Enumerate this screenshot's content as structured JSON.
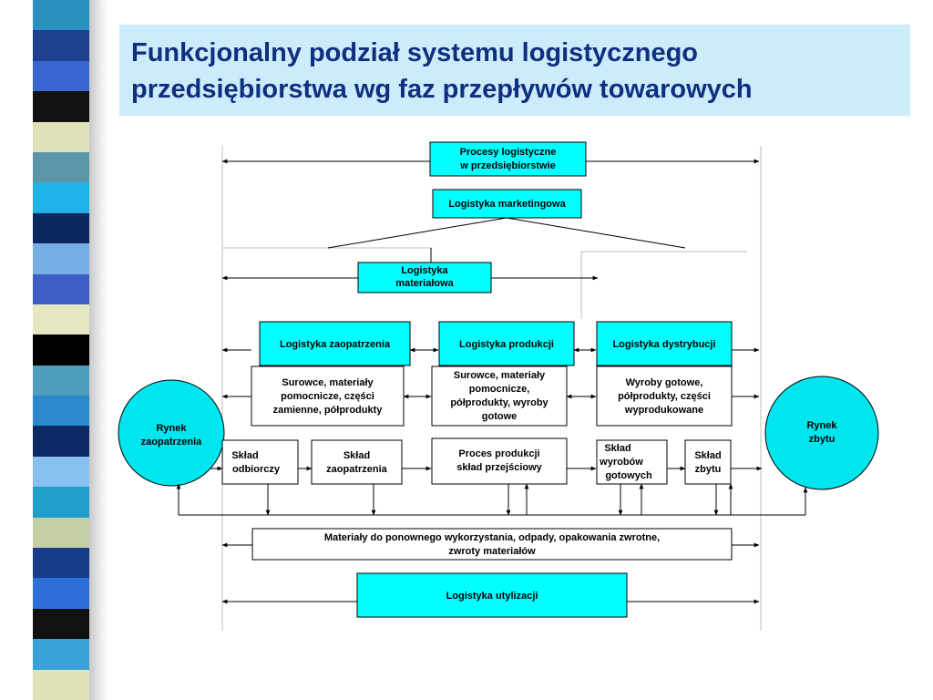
{
  "slide": {
    "title_line1": "Funkcjonalny podział systemu logistycznego",
    "title_line2": "przedsiębiorstwa wg faz przepływów towarowych",
    "colors": {
      "title": "#0f2f7f",
      "title_box": "#ccecfc",
      "cyan_box": "#00ffff",
      "cyan_circle": "#00e5ee"
    },
    "stripe_colors": [
      "#2b8fbf",
      "#1e3f8f",
      "#3a66d2",
      "#111111",
      "#dfe2b8",
      "#5b96a8",
      "#1fb3e8",
      "#0b2660",
      "#76aee6",
      "#3f5fc7",
      "#e6e8c2",
      "#000000",
      "#4f9ebd",
      "#2a8acc",
      "#0d2a66",
      "#86c1f0",
      "#1f9ec9",
      "#c5cfa4",
      "#183c8c",
      "#2d6fd6",
      "#111111",
      "#3aa2d8",
      "#e0e2b8"
    ]
  },
  "diagram": {
    "procesy": {
      "line1": "Procesy logistyczne",
      "line2": "w przedsiębiorstwie"
    },
    "marketing": {
      "label": "Logistyka marketingowa"
    },
    "materialowa": {
      "line1": "Logistyka",
      "line2": "materiałowa"
    },
    "zaopatrzenia": {
      "label": "Logistyka zaopatrzenia"
    },
    "produkcji": {
      "label": "Logistyka produkcji"
    },
    "dystrybucji": {
      "label": "Logistyka dystrybucji"
    },
    "surowce1": {
      "line1": "Surowce, materiały",
      "line2": "pomocnicze, części",
      "line3": "zamienne, półprodukty"
    },
    "surowce2": {
      "line1": "Surowce, materiały",
      "line2": "pomocnicze,",
      "line3": "półprodukty, wyroby",
      "line4": "gotowe"
    },
    "wyroby": {
      "line1": "Wyroby gotowe,",
      "line2": "półprodukty, części",
      "line3": "wyprodukowane"
    },
    "rynek_zaop": {
      "line1": "Rynek",
      "line2": "zaopatrzenia"
    },
    "rynek_zbytu": {
      "line1": "Rynek",
      "line2": "zbytu"
    },
    "sklad_odb": {
      "line1": "Skład",
      "line2": "odbiorczy"
    },
    "sklad_zaop": {
      "line1": "Skład",
      "line2": "zaopatrzenia"
    },
    "proces_prod": {
      "line1": "Proces produkcji",
      "line2": "skład przejściowy"
    },
    "sklad_wyrobow": {
      "line1": "Skład",
      "line2": "wyrobów",
      "line3": "gotowych"
    },
    "sklad_zbytu": {
      "line1": "Skład",
      "line2": "zbytu"
    },
    "materialy": {
      "line1": "Materiały do ponownego wykorzystania, odpady, opakowania zwrotne,",
      "line2": "zwroty materiałów"
    },
    "utylizacji": {
      "label": "Logistyka utylizacji"
    }
  }
}
